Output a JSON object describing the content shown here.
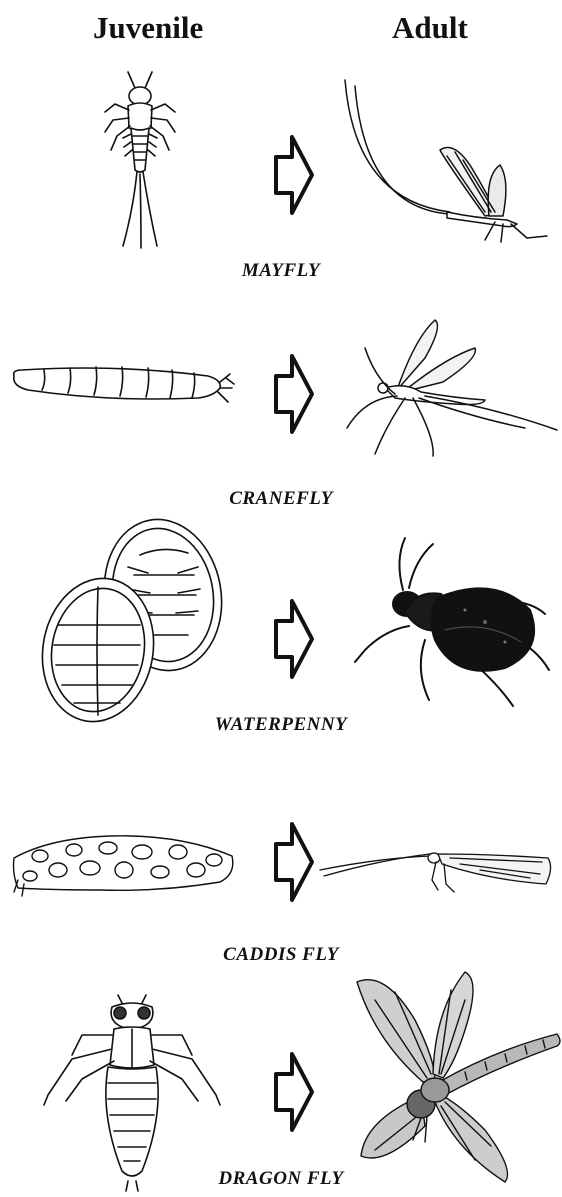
{
  "headers": {
    "juvenile": "Juvenile",
    "adult": "Adult"
  },
  "rows": [
    {
      "name": "MAYFLY",
      "juvenile_icon": "mayfly-nymph-icon",
      "adult_icon": "mayfly-adult-icon"
    },
    {
      "name": "CRANEFLY",
      "juvenile_icon": "cranefly-larva-icon",
      "adult_icon": "cranefly-adult-icon"
    },
    {
      "name": "WATERPENNY",
      "juvenile_icon": "waterpenny-larva-icon",
      "adult_icon": "waterpenny-beetle-icon"
    },
    {
      "name": "CADDIS FLY",
      "juvenile_icon": "caddisfly-case-icon",
      "adult_icon": "caddisfly-adult-icon"
    },
    {
      "name": "DRAGON FLY",
      "juvenile_icon": "dragonfly-nymph-icon",
      "adult_icon": "dragonfly-adult-icon"
    }
  ],
  "arrow_icon": "right-arrow-outline-icon"
}
